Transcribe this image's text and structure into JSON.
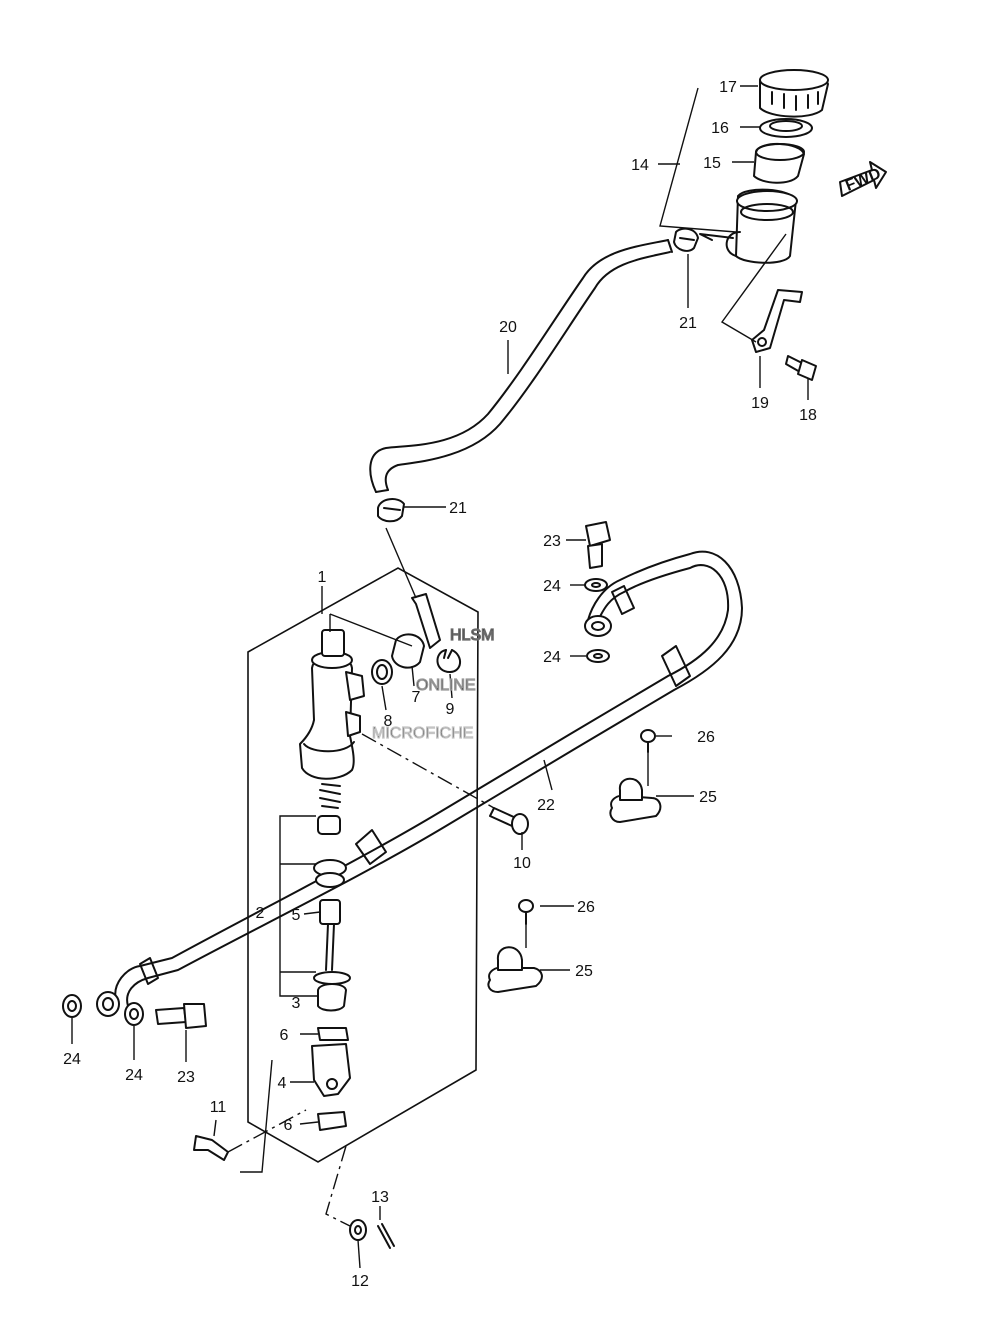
{
  "watermark": {
    "line1": "HLSM",
    "line2": "ONLINE",
    "line3": "MICROFICHE"
  },
  "direction_marker": "FWD",
  "callouts": [
    {
      "id": "c1",
      "label": "1"
    },
    {
      "id": "c2",
      "label": "2"
    },
    {
      "id": "c3",
      "label": "3"
    },
    {
      "id": "c4",
      "label": "4"
    },
    {
      "id": "c5",
      "label": "5"
    },
    {
      "id": "c6a",
      "label": "6"
    },
    {
      "id": "c6b",
      "label": "6"
    },
    {
      "id": "c7",
      "label": "7"
    },
    {
      "id": "c8",
      "label": "8"
    },
    {
      "id": "c9",
      "label": "9"
    },
    {
      "id": "c10",
      "label": "10"
    },
    {
      "id": "c11",
      "label": "11"
    },
    {
      "id": "c12",
      "label": "12"
    },
    {
      "id": "c13",
      "label": "13"
    },
    {
      "id": "c14",
      "label": "14"
    },
    {
      "id": "c15",
      "label": "15"
    },
    {
      "id": "c16",
      "label": "16"
    },
    {
      "id": "c17",
      "label": "17"
    },
    {
      "id": "c18",
      "label": "18"
    },
    {
      "id": "c19",
      "label": "19"
    },
    {
      "id": "c20",
      "label": "20"
    },
    {
      "id": "c21a",
      "label": "21"
    },
    {
      "id": "c21b",
      "label": "21"
    },
    {
      "id": "c22",
      "label": "22"
    },
    {
      "id": "c23a",
      "label": "23"
    },
    {
      "id": "c23b",
      "label": "23"
    },
    {
      "id": "c24a",
      "label": "24"
    },
    {
      "id": "c24b",
      "label": "24"
    },
    {
      "id": "c24c",
      "label": "24"
    },
    {
      "id": "c24d",
      "label": "24"
    },
    {
      "id": "c25a",
      "label": "25"
    },
    {
      "id": "c25b",
      "label": "25"
    },
    {
      "id": "c26a",
      "label": "26"
    },
    {
      "id": "c26b",
      "label": "26"
    }
  ]
}
